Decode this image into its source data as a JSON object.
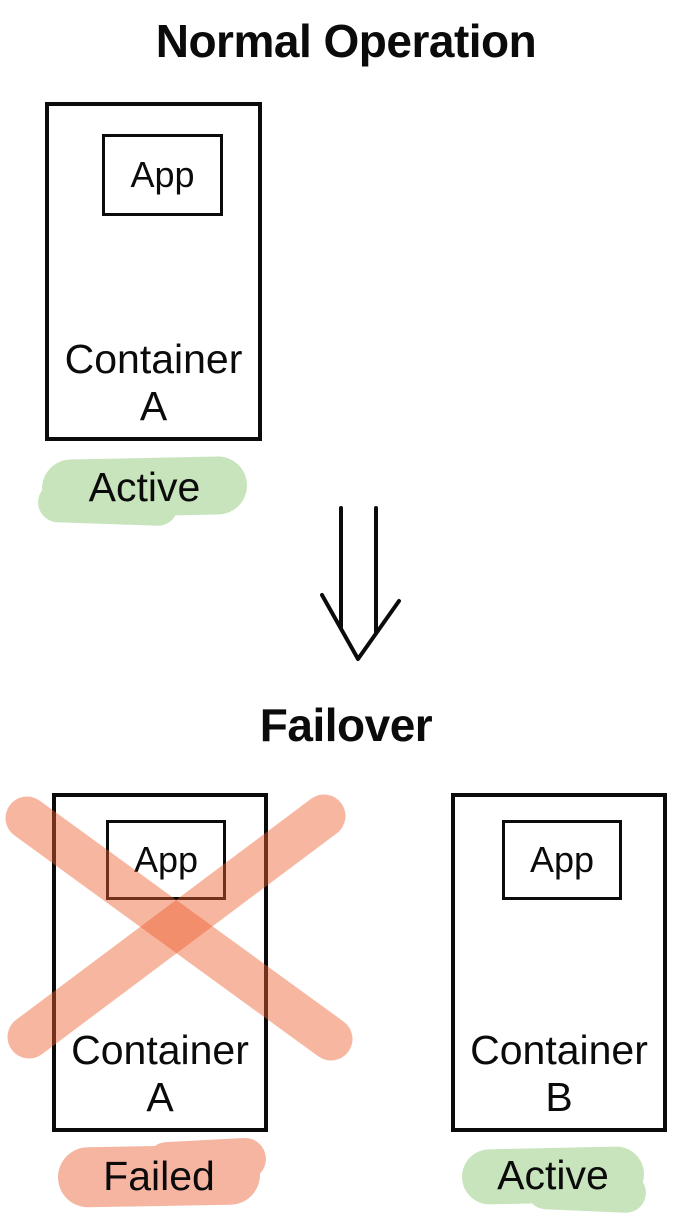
{
  "diagram": {
    "kind": "failover-diagram",
    "normal": {
      "title": "Normal Operation",
      "container_a": {
        "app_label": "App",
        "name_line1": "Container",
        "name_line2": "A",
        "status_label": "Active"
      }
    },
    "failover": {
      "title": "Failover",
      "container_a": {
        "app_label": "App",
        "name_line1": "Container",
        "name_line2": "A",
        "status_label": "Failed"
      },
      "container_b": {
        "app_label": "App",
        "name_line1": "Container",
        "name_line2": "B",
        "status_label": "Active"
      }
    },
    "icons": {
      "transition_arrow": "double-line-down-arrow",
      "failure_mark": "x-cross"
    },
    "colors": {
      "background": "#ffffff",
      "ink": "#0b0b0b",
      "active_highlight": "#c8e4bd",
      "failed_highlight": "#f6b5a0",
      "cross_stroke": "#ee5f30",
      "cross_stroke_opacity": "0.46"
    }
  }
}
